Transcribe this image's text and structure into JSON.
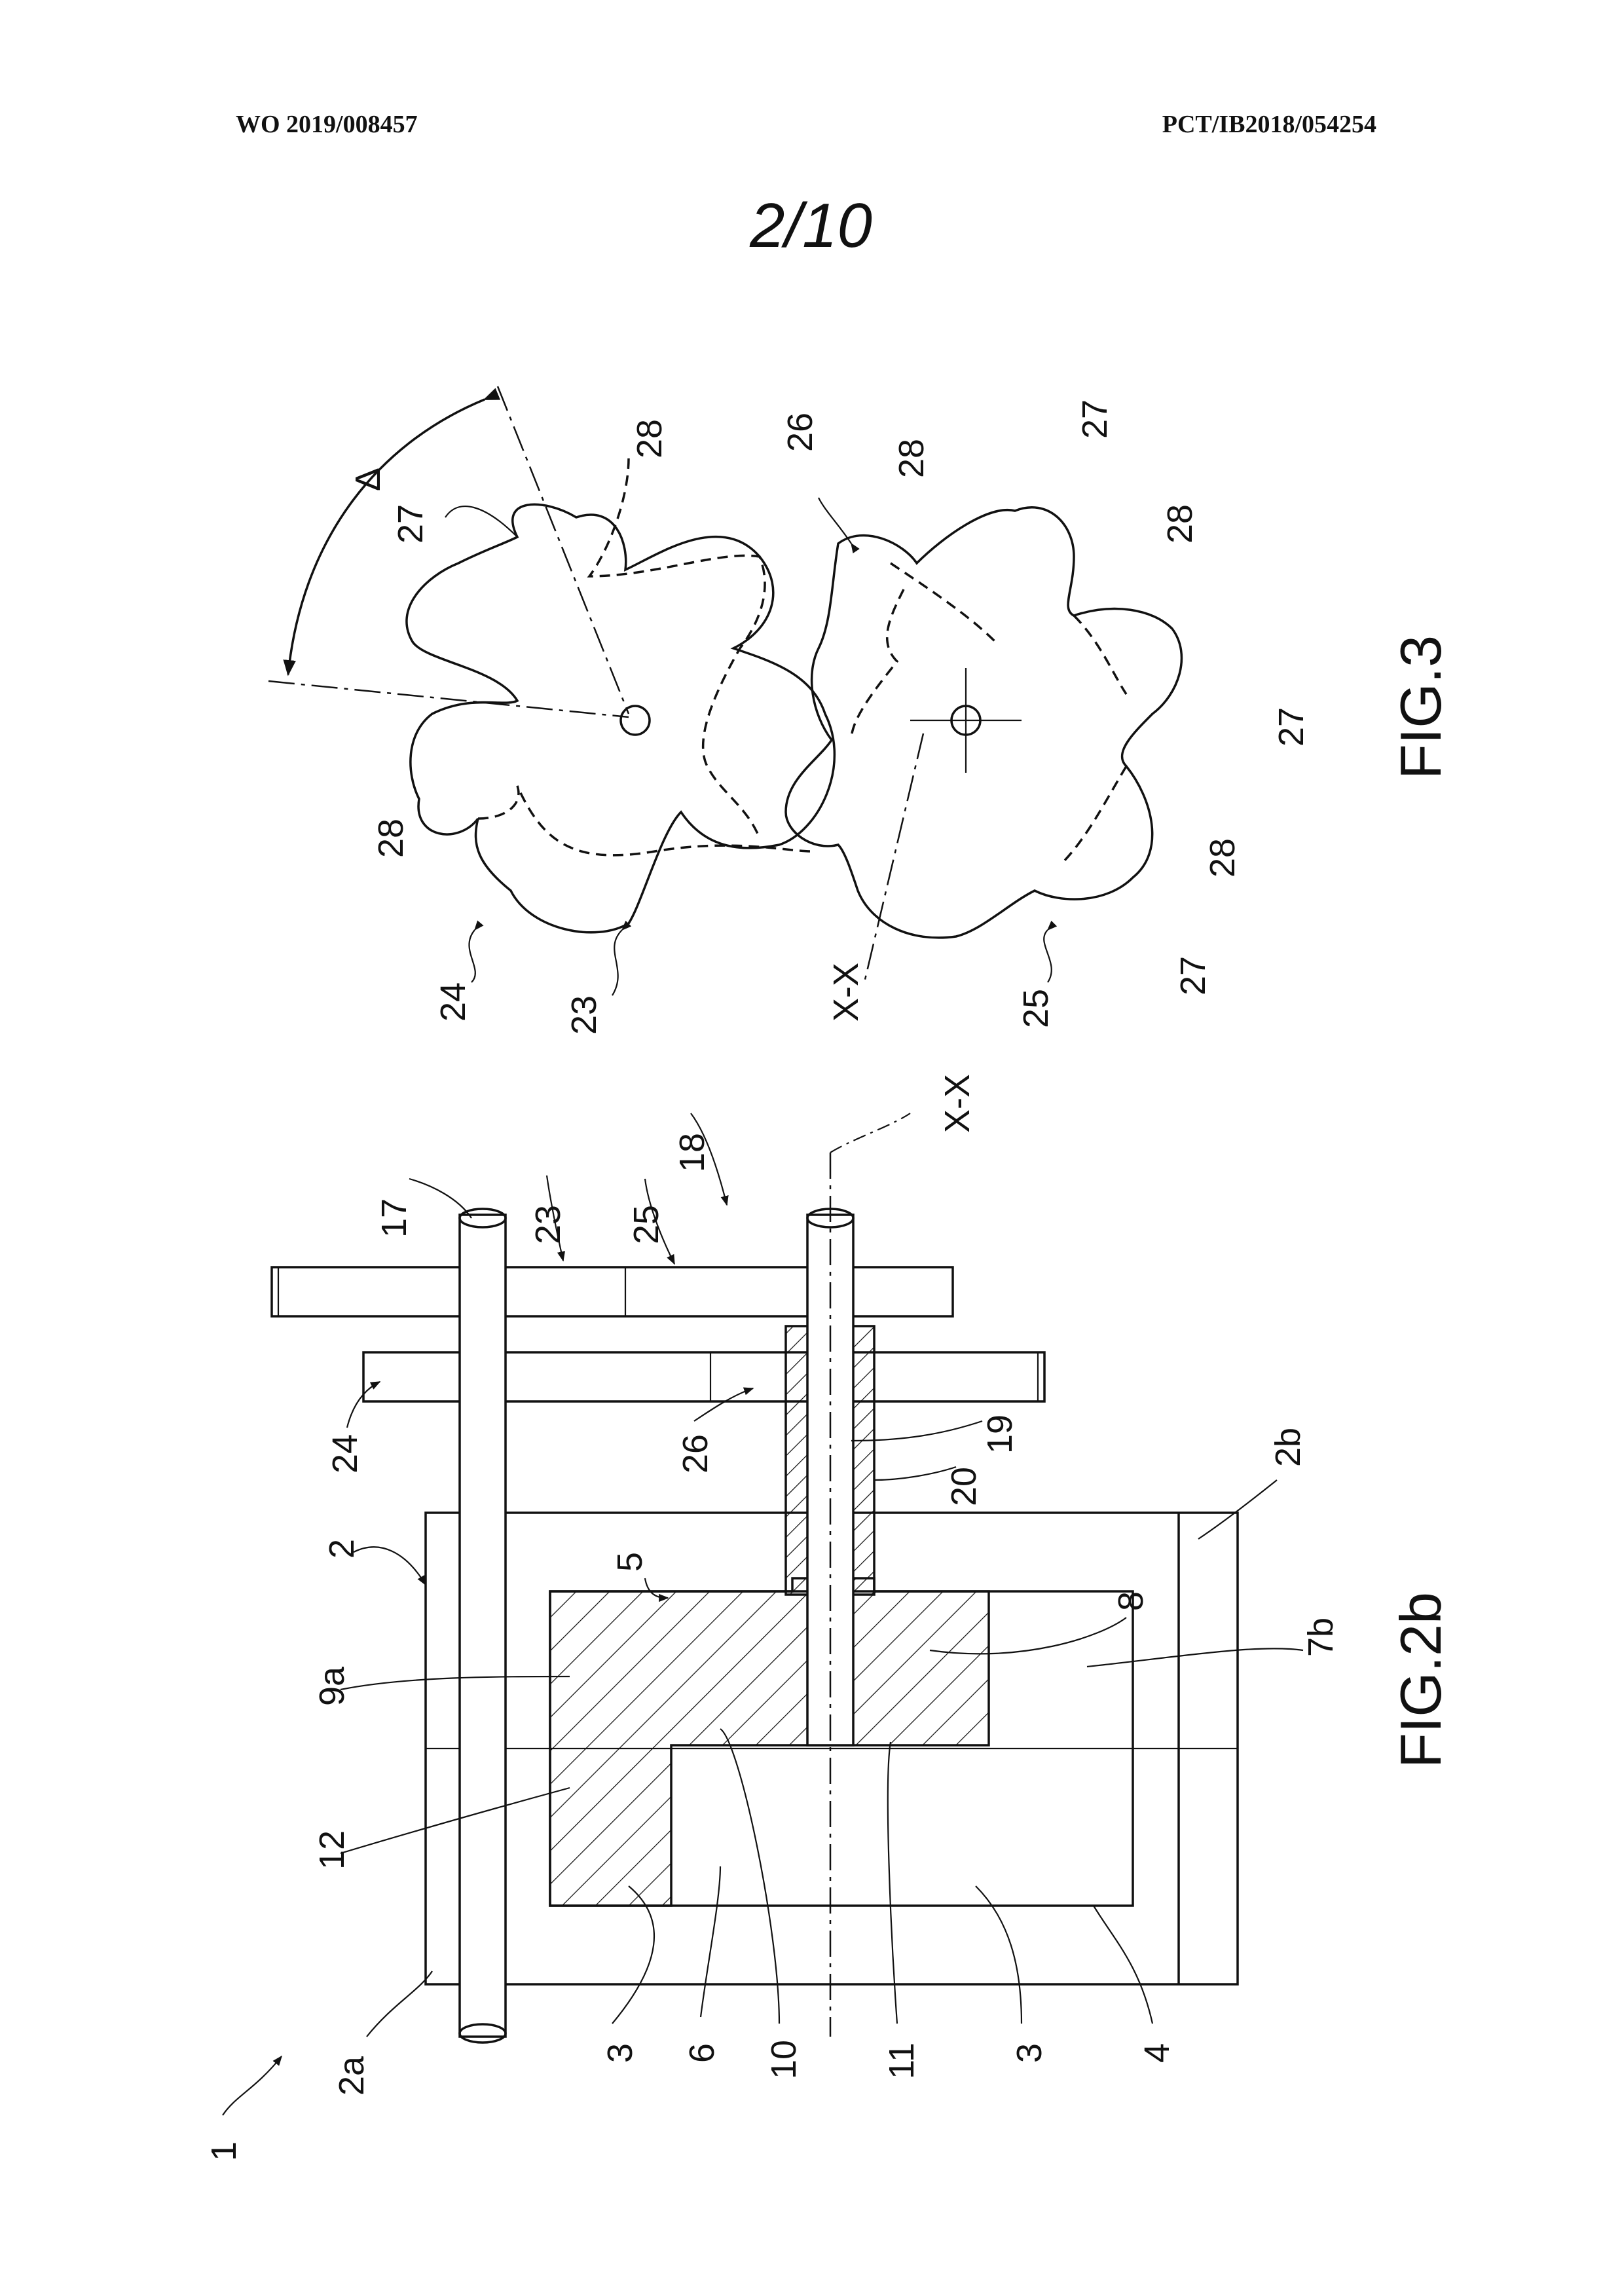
{
  "header": {
    "publication_number": "WO 2019/008457",
    "application_number": "PCT/IB2018/054254"
  },
  "sheet_number": "2/10",
  "figures": {
    "fig3": {
      "caption": "FIG.3",
      "labels": {
        "delta": "Δ",
        "n23": "23",
        "n24": "24",
        "n25": "25",
        "n26": "26",
        "n27a": "27",
        "n27b": "27",
        "n27c": "27",
        "n27d": "27",
        "n28a": "28",
        "n28b": "28",
        "n28c": "28",
        "n28d": "28",
        "n28e": "28",
        "axis": "X-X"
      }
    },
    "fig2b": {
      "caption": "FIG.2b",
      "labels": {
        "n1": "1",
        "n2": "2",
        "n2a": "2a",
        "n2b": "2b",
        "n3a": "3",
        "n3b": "3",
        "n4": "4",
        "n5": "5",
        "n6": "6",
        "n7b": "7b",
        "n8": "8",
        "n9a": "9a",
        "n10": "10",
        "n11": "11",
        "n12": "12",
        "n17": "17",
        "n18": "18",
        "n19": "19",
        "n20": "20",
        "n23": "23",
        "n24": "24",
        "n25": "25",
        "n26": "26",
        "axis": "X-X"
      }
    }
  }
}
